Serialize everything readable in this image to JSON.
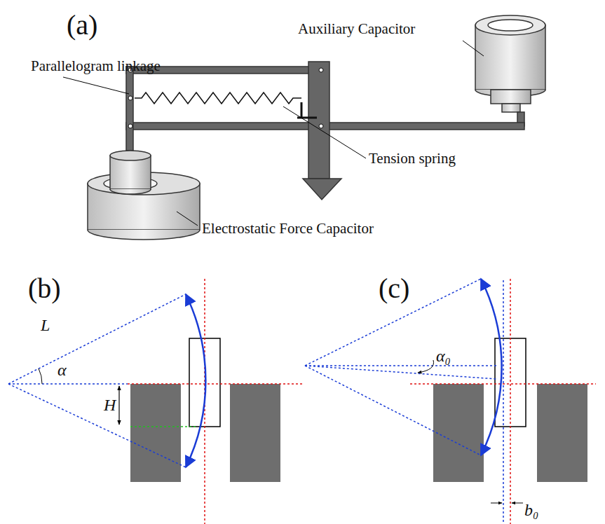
{
  "diagram": {
    "labels": [
      "(a)",
      "Auxiliary Capacitor",
      "Parallelogram linkage",
      "Tension spring",
      "Electrostatic Force Capacitor",
      "(b)",
      "L",
      "α",
      "H",
      "(c)",
      "α₀",
      "b₀"
    ]
  }
}
